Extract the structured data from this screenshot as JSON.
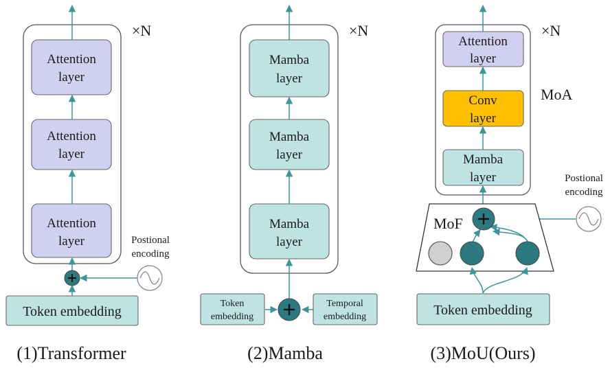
{
  "panels": {
    "transformer": {
      "caption": "(1)Transformer",
      "repeat": "×N",
      "layers": [
        [
          "Attention",
          "layer"
        ],
        [
          "Attention",
          "layer"
        ],
        [
          "Attention",
          "layer"
        ]
      ],
      "pos_encoding": [
        "Postional",
        "encoding"
      ],
      "token_embedding": "Token embedding"
    },
    "mamba": {
      "caption": "(2)Mamba",
      "repeat": "×N",
      "layers": [
        [
          "Mamba",
          "layer"
        ],
        [
          "Mamba",
          "layer"
        ],
        [
          "Mamba",
          "layer"
        ]
      ],
      "token_embedding": [
        "Token",
        "embedding"
      ],
      "temporal_embedding": [
        "Temporal",
        "embedding"
      ]
    },
    "mou": {
      "caption": "(3)MoU(Ours)",
      "repeat": "×N",
      "moa_label": "MoA",
      "mof_label": "MoF",
      "layers": [
        [
          "Attention",
          "layer"
        ],
        [
          "Conv",
          "layer"
        ],
        [
          "Mamba",
          "layer"
        ]
      ],
      "pos_encoding": [
        "Postional",
        "encoding"
      ],
      "token_embedding": "Token embedding"
    }
  },
  "colors": {
    "arrow": "#3d9499",
    "teal_box": "#bfe3e3",
    "purple_box": "#d2d0f0",
    "conv_box": "#ffc000",
    "adder": "#2b7a80",
    "expert_gray": "#d0d0d0"
  }
}
